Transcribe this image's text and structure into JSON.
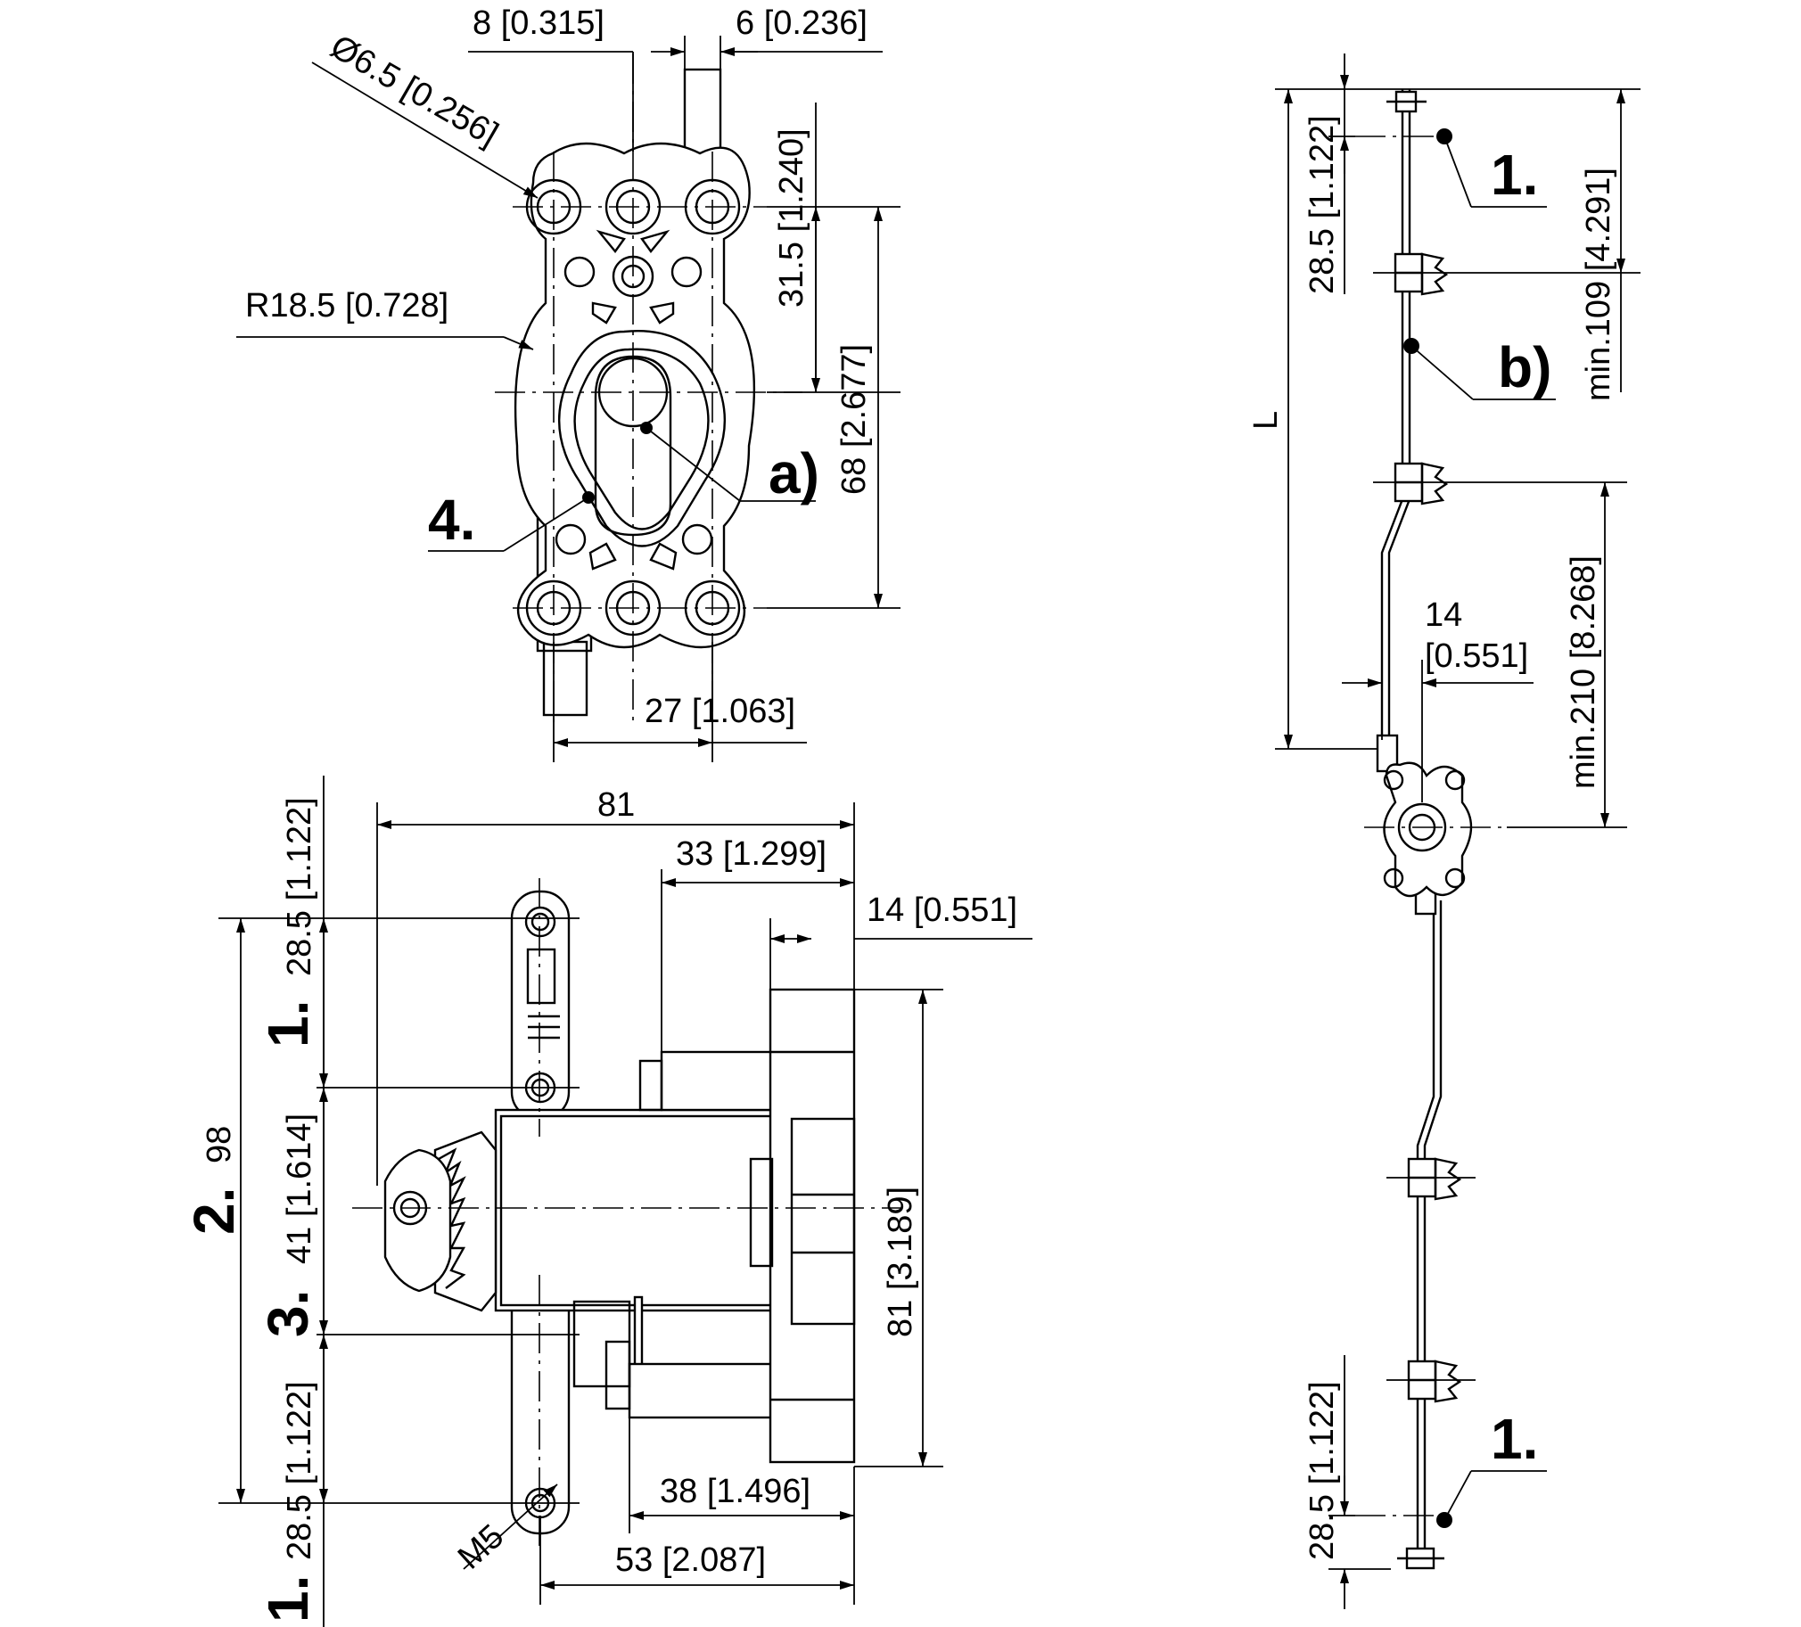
{
  "top_view": {
    "dim_8": "8 [0.315]",
    "dim_6": "6 [0.236]",
    "dim_hole": "Ø6.5 [0.256]",
    "dim_31_5": "31.5 [1.240]",
    "dim_r": "R18.5 [0.728]",
    "dim_68": "68 [2.677]",
    "dim_27": "27 [1.063]",
    "label_a": "a)",
    "label_4": "4."
  },
  "side_view": {
    "dim_81": "81",
    "dim_33": "33 [1.299]",
    "dim_14": "14 [0.551]",
    "dim_28_5_top": "28.5 [1.122]",
    "dim_41": "41 [1.614]",
    "dim_28_5_bottom": "28.5 [1.122]",
    "dim_98": "98",
    "dim_81_h": "81 [3.189]",
    "dim_38": "38 [1.496]",
    "dim_53": "53 [2.087]",
    "thread": "M5",
    "label_1_top": "1.",
    "label_2": "2.",
    "label_3": "3.",
    "label_1_bottom": "1."
  },
  "rod_view": {
    "dim_28_5_top": "28.5 [1.122]",
    "dim_min109": "min.109 [4.291]",
    "dim_L": "L",
    "dim_14_line1": "14",
    "dim_14_line2": "[0.551]",
    "dim_min210": "min.210 [8.268]",
    "dim_28_5_bottom": "28.5 [1.122]",
    "label_1_top": "1.",
    "label_b": "b)",
    "label_1_bottom": "1."
  }
}
